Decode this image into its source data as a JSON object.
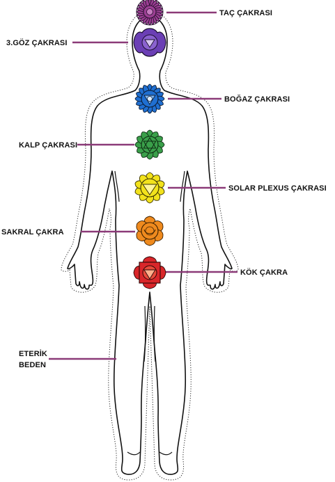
{
  "labels": {
    "crown": "TAÇ ÇAKRASI",
    "third_eye": "3.GÖZ ÇAKRASI",
    "throat": "BOĞAZ ÇAKRASI",
    "heart": "KALP ÇAKRASI",
    "solar_plexus": "SOLAR PLEXUS ÇAKRASI",
    "sacral": "SAKRAL ÇAKRA",
    "root": "KÖK ÇAKRA",
    "etheric_line1": "ETERİK",
    "etheric_line2": "BEDEN"
  },
  "colors": {
    "crown": "#9b3f93",
    "third_eye": "#6b3fb5",
    "throat": "#1f6fd1",
    "heart": "#3aa04a",
    "solar_plexus": "#f2e21c",
    "sacral": "#ef8a1e",
    "root": "#d9262a",
    "leader": "#8b3a78"
  }
}
